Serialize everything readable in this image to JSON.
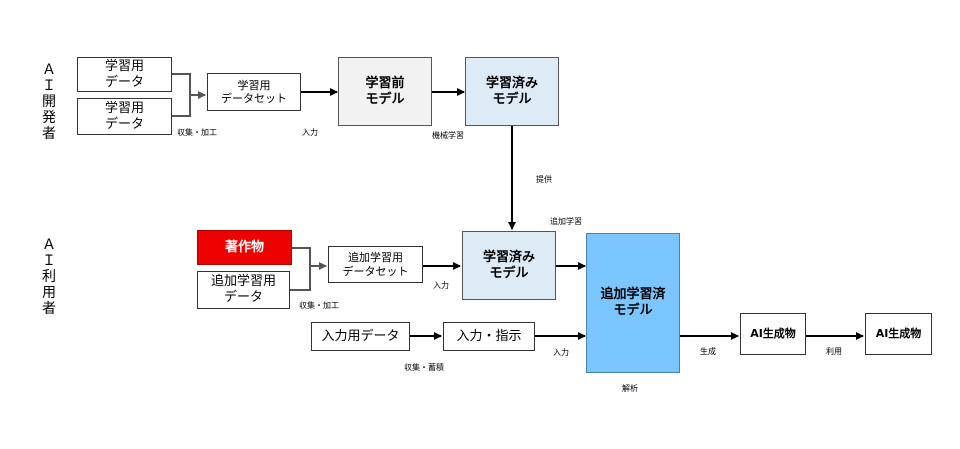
{
  "actors": {
    "developer": "ＡＩ開発者",
    "user": "ＡＩ利用者"
  },
  "developer": {
    "data1": "学習用\nデータ",
    "data2": "学習用\nデータ",
    "dataset": "学習用\nデータセット",
    "pre_model": "学習前\nモデル",
    "trained_model": "学習済み\nモデル",
    "label_collect": "収集・加工",
    "label_input": "入力",
    "label_ml": "機械学習",
    "label_provide": "提供"
  },
  "user": {
    "work": "著作物",
    "add_data": "追加学習用\nデータ",
    "add_dataset": "追加学習用\nデータセット",
    "trained_model": "学習済み\nモデル",
    "add_trained_model": "追加学習済\nモデル",
    "input_data": "入力用データ",
    "input_instruct": "入力・指示",
    "ai_output1": "AI生成物",
    "ai_output2": "AI生成物",
    "label_collect": "収集・加工",
    "label_input1": "入力",
    "label_add_learn": "追加学習",
    "label_collect_store": "収集・蓄積",
    "label_input2": "入力",
    "label_generate": "生成",
    "label_use": "利用",
    "label_analyze": "解析"
  },
  "colors": {
    "work_red": "#ee0000",
    "added_model_blue": "#7cc6ff",
    "pale_blue": "#ddebf7",
    "gray": "#f2f2f2"
  }
}
